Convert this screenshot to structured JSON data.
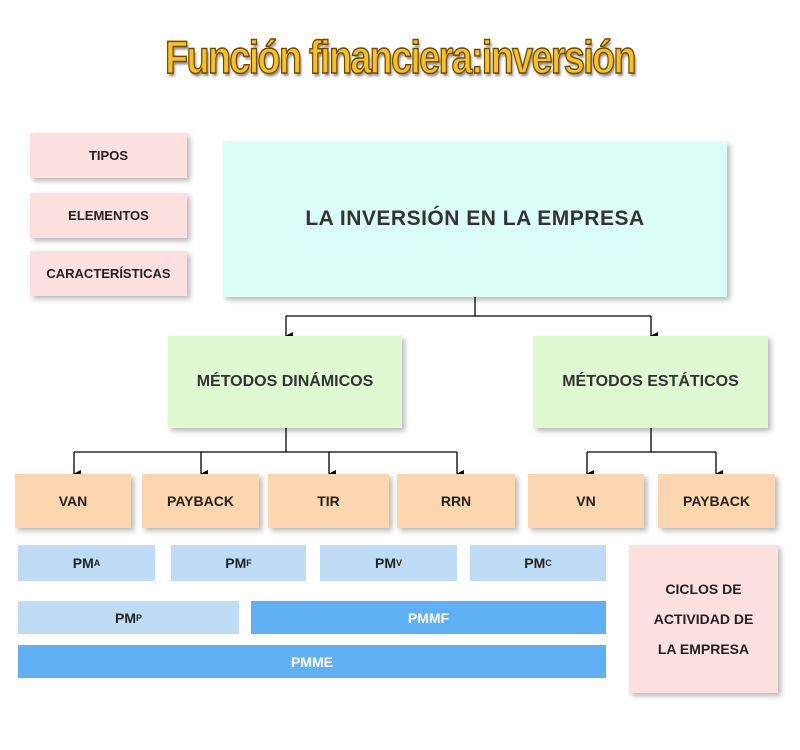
{
  "title": "Función financiera:inversión",
  "side_items": [
    "TIPOS",
    "ELEMENTOS",
    "CARACTERÍSTICAS"
  ],
  "main_box": "LA INVERSIÓN EN LA EMPRESA",
  "methods": {
    "dynamic": "MÉTODOS DINÁMICOS",
    "static": "MÉTODOS ESTÁTICOS"
  },
  "dynamic_methods": [
    "VAN",
    "PAYBACK",
    "TIR",
    "RRN"
  ],
  "static_methods": [
    "VN",
    "PAYBACK"
  ],
  "pm_row": [
    {
      "base": "PM",
      "sub": "A"
    },
    {
      "base": "PM",
      "sub": "F"
    },
    {
      "base": "PM",
      "sub": "V"
    },
    {
      "base": "PM",
      "sub": "C"
    }
  ],
  "pm_p": {
    "base": "PM",
    "sub": "P"
  },
  "pmmf": "PMMF",
  "pmme": "PMME",
  "ciclos": [
    "CICLOS DE",
    "ACTIVIDAD DE",
    "LA EMPRESA"
  ],
  "colors": {
    "pink": "#fde0e0",
    "cyan": "#dbfdf8",
    "green": "#dff9d2",
    "orange": "#fcd6af",
    "light_blue": "#bfdcf7",
    "dark_blue": "#5fb0f5",
    "title": "#fcc21c"
  }
}
